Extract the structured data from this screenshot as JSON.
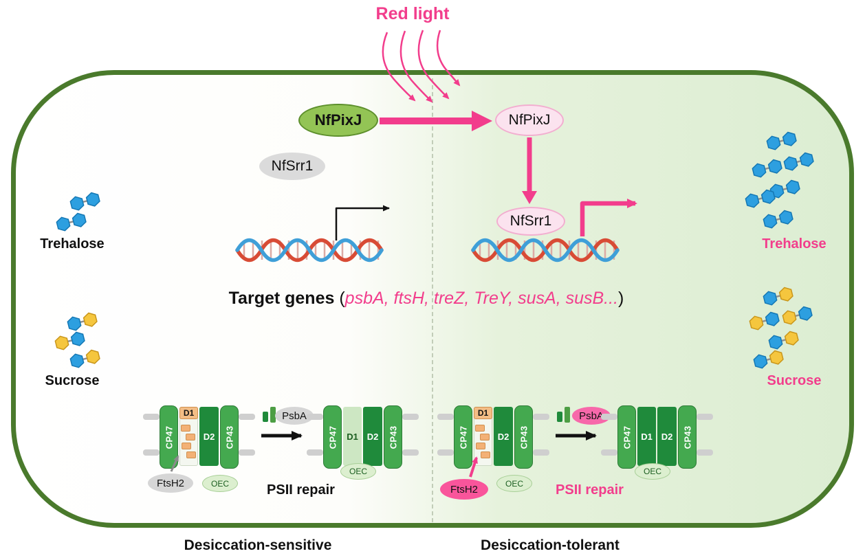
{
  "red_light": "Red light",
  "signaling": {
    "nfpixj": "NfPixJ",
    "nfsrr1": "NfSrr1"
  },
  "target_genes": {
    "label": "Target genes",
    "open": " (",
    "genes": "psbA, ftsH, treZ, TreY, susA, susB...",
    "close": ")"
  },
  "sugars": {
    "trehalose": "Trehalose",
    "sucrose": "Sucrose"
  },
  "psii": {
    "cp47": "CP47",
    "cp43": "CP43",
    "d1": "D1",
    "d2": "D2",
    "oec": "OEC",
    "ftsh2": "FtsH2",
    "psba": "PsbA",
    "repair": "PSII repair"
  },
  "states": {
    "sensitive": "Desiccation-sensitive",
    "tolerant": "Desiccation-tolerant"
  },
  "colors": {
    "pink": "#F23D8C",
    "cell_border": "#4A7A2C",
    "protein_green": "#93C455",
    "psii_green": "#44A94F",
    "psii_dark_green": "#1F8A3B",
    "damage_orange": "#F3B176",
    "sugar_blue": "#2D9FE0",
    "sugar_yellow": "#F5C63E",
    "right_half_green": "#DCEDD2"
  }
}
